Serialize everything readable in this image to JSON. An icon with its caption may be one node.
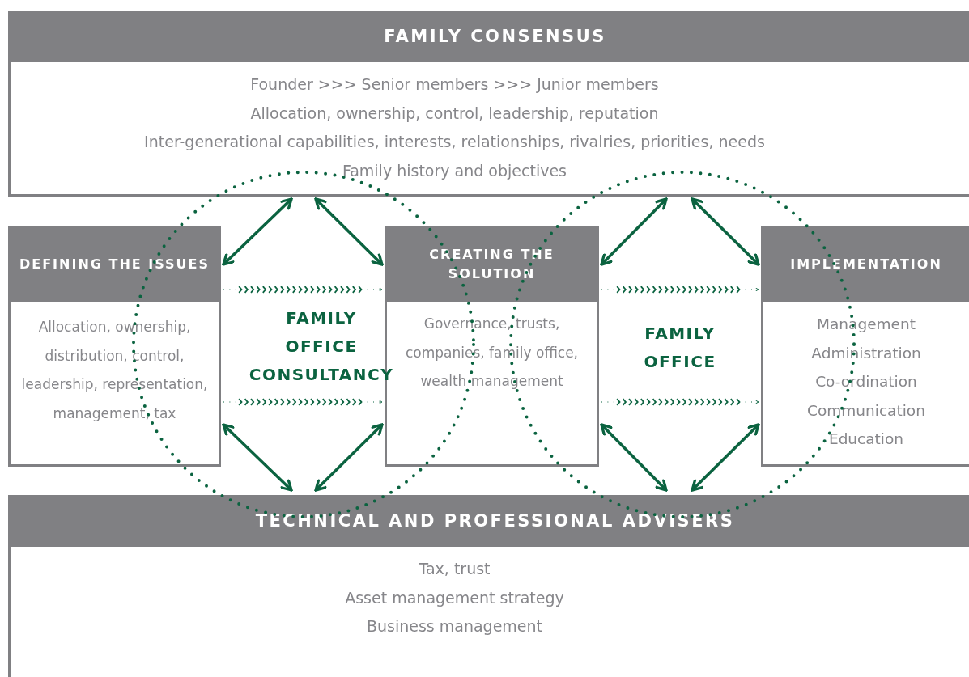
{
  "diagram": {
    "nodes": [
      {
        "text": [
          "FAMILY CONSENSUS",
          "Founder >>> Senior members >>> Junior members",
          "Allocation, ownership, control, leadership, reputation",
          "Inter-generational capabilities, interests, relationships, rivalries, priorities, needs",
          "Family history and objectives"
        ]
      },
      {
        "text": [
          "DEFINING THE ISSUES",
          "Allocation, ownership, distribution, control, leadership, representation, management, tax"
        ]
      },
      {
        "text": [
          "FAMILY OFFICE CONSULTANCY"
        ]
      },
      {
        "text": [
          "CREATING THE SOLUTION",
          "Governance, trusts, companies, family office, wealth management"
        ]
      },
      {
        "text": [
          "FAMILY OFFICE"
        ]
      },
      {
        "text": [
          "IMPLEMENTATION",
          "Management",
          "Administration",
          "Co-ordination",
          "Communication",
          "Education"
        ]
      },
      {
        "text": [
          "TECHNICAL AND PROFESSIONAL ADVISERS",
          "Tax, trust",
          "Asset management strategy",
          "Business management"
        ]
      }
    ],
    "edges": [
      {
        "from": 1,
        "to": 0,
        "arrow": "both"
      },
      {
        "from": 0,
        "to": 3,
        "arrow": "both"
      },
      {
        "from": 1,
        "to": 6,
        "arrow": "both"
      },
      {
        "from": 3,
        "to": 6,
        "arrow": "both"
      },
      {
        "from": 3,
        "to": 0,
        "arrow": "both"
      },
      {
        "from": 0,
        "to": 5,
        "arrow": "both"
      },
      {
        "from": 3,
        "to": 6,
        "arrow": "both"
      },
      {
        "from": 5,
        "to": 6,
        "arrow": "both"
      },
      {
        "from": 1,
        "to": 3,
        "arrow": "to",
        "style": "dashed"
      },
      {
        "from": 1,
        "to": 3,
        "arrow": "to",
        "style": "dashed"
      },
      {
        "from": 3,
        "to": 5,
        "arrow": "to",
        "style": "dashed"
      },
      {
        "from": 3,
        "to": 5,
        "arrow": "to",
        "style": "dashed"
      }
    ]
  }
}
